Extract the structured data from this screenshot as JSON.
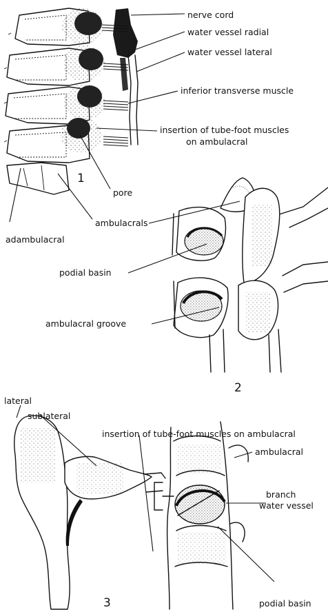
{
  "panels": [
    {
      "number": "1",
      "labels": [
        "nerve cord",
        "water vessel radial",
        "water vessel lateral",
        "inferior transverse muscle",
        "insertion of tube-foot muscles",
        "on ambulacral",
        "pore",
        "ambulacrals",
        "adambulacral"
      ]
    },
    {
      "number": "2",
      "labels": [
        "podial basin",
        "ambulacral groove"
      ]
    },
    {
      "number": "3",
      "labels": [
        "lateral",
        "sublateral",
        "insertion of tube-foot muscles on ambulacral",
        "ambulacral",
        "branch",
        "water vessel",
        "podial basin"
      ]
    }
  ]
}
